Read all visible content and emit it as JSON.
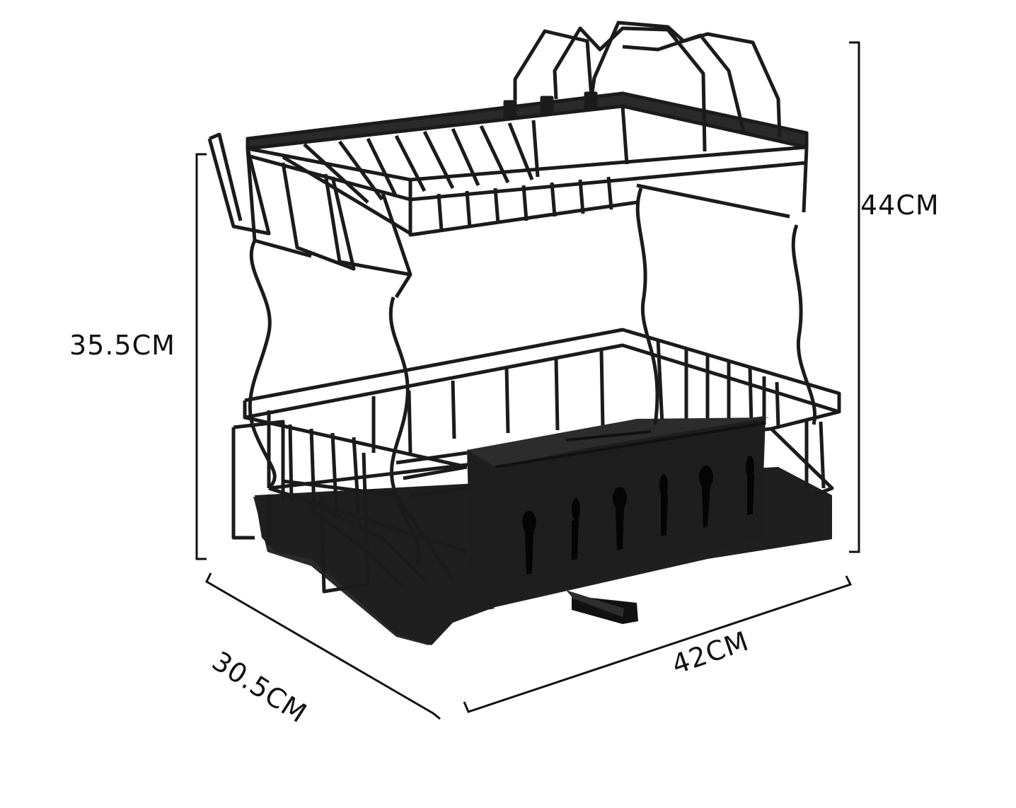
{
  "dimensions": {
    "height_total": "44CM",
    "height_lower": "35.5CM",
    "depth": "30.5CM",
    "width": "42CM"
  },
  "colors": {
    "rack": "#1b1b1b",
    "tray": "#262626",
    "dimension_line": "#111111",
    "background": "#ffffff"
  }
}
